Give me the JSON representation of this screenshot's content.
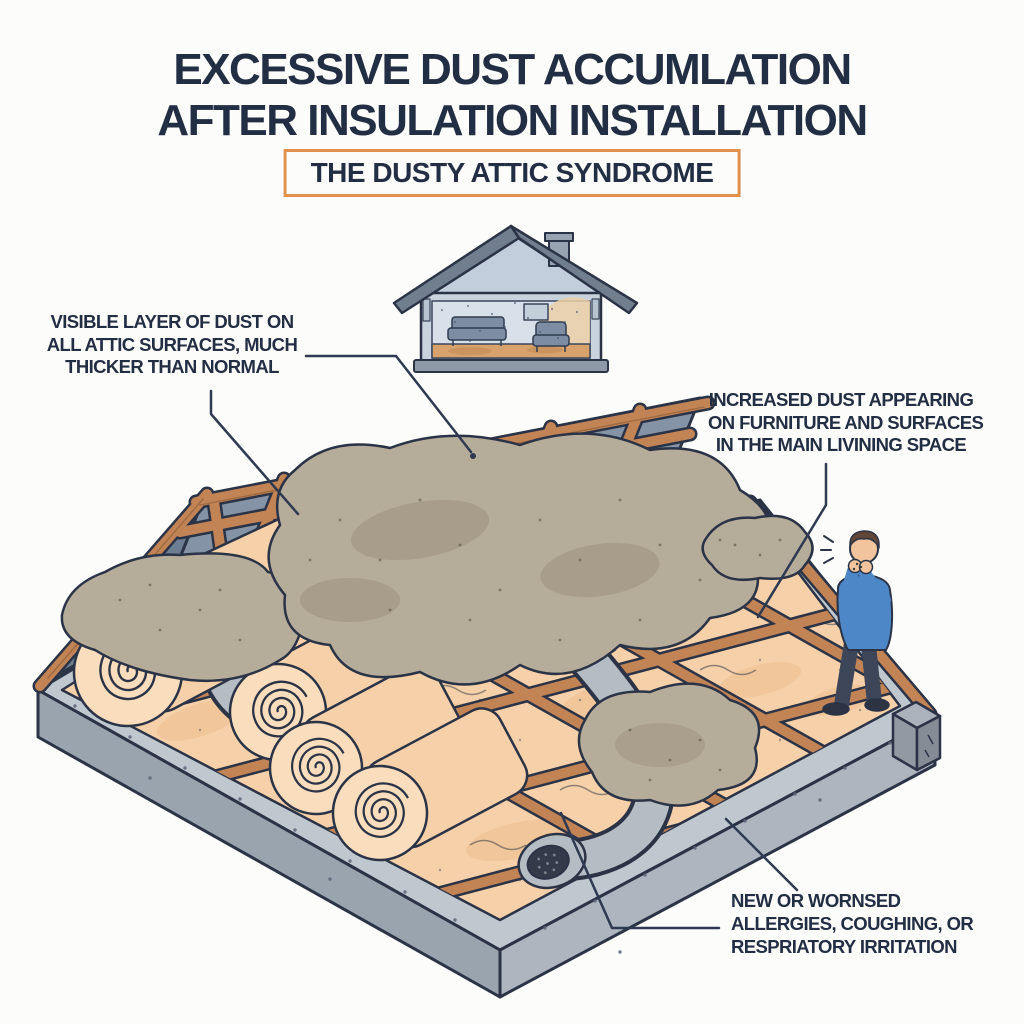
{
  "title": {
    "line1": "EXCESSIVE DUST ACCUMLATION",
    "line2": "AFTER INSULATION INSTALLATION"
  },
  "subtitle": "THE DUSTY ATTIC SYNDROME",
  "callouts": {
    "attic_surfaces": {
      "lines": [
        "VISIBLE LAYER OF DUST ON",
        "ALL ATTIC SURFACES, MUCH",
        "THICKER THAN NORMAL"
      ]
    },
    "living_space": {
      "lines": [
        "INCREASED DUST APPEARING",
        "ON FURNITURE AND SURFACES",
        "IN THE MAIN LIVINING SPACE"
      ]
    },
    "health_symptoms": {
      "lines": [
        "NEW OR WORNSED",
        "ALLERGIES, COUGHING, OR",
        "RESPRIATORY IRRITATION"
      ]
    }
  },
  "illustration_labels": {
    "house": "house-cutaway-with-dusty-living-room",
    "attic": "isometric-attic-with-insulation-and-dust",
    "person": "coughing-person",
    "duct": "flexible-air-duct-with-vent-grille",
    "rolls": "insulation-rolls",
    "dust": "dust-clouds"
  },
  "colors": {
    "background": "#fcfcfa",
    "navy": "#222e44",
    "accent": "#e0914d",
    "leader": "#2e3a52",
    "outline": "#2b3347",
    "wood": "#c28355",
    "wood-dark": "#8f6038",
    "slate": "#8494a6",
    "slate-dark": "#64738a",
    "gable": "#6d7d92",
    "concrete": "#bfc7cf",
    "concrete-front": "#9aa4ae",
    "concrete-side": "#adb5be",
    "insulation": "#f5d0a8",
    "insulation-shade": "#edbd8e",
    "insulation-light": "#f9ddbd",
    "dust": "#b6ac9a",
    "dust-shade": "#a59a86",
    "duct": "#b4bcc4",
    "duct-dark": "#99a1ab",
    "duct-light": "#dde1e5",
    "sweater": "#4d87c7",
    "pants": "#3d4659",
    "skin": "#f1c49e",
    "hair": "#5f4636",
    "shoe": "#2c3342",
    "house-wall": "#c8d3de",
    "house-interior": "#d8e1ea",
    "house-roof": "#707e8e",
    "house-floor": "#d8a26c",
    "house-sofa": "#7d8ea4",
    "house-haze": "#eccfa7"
  }
}
